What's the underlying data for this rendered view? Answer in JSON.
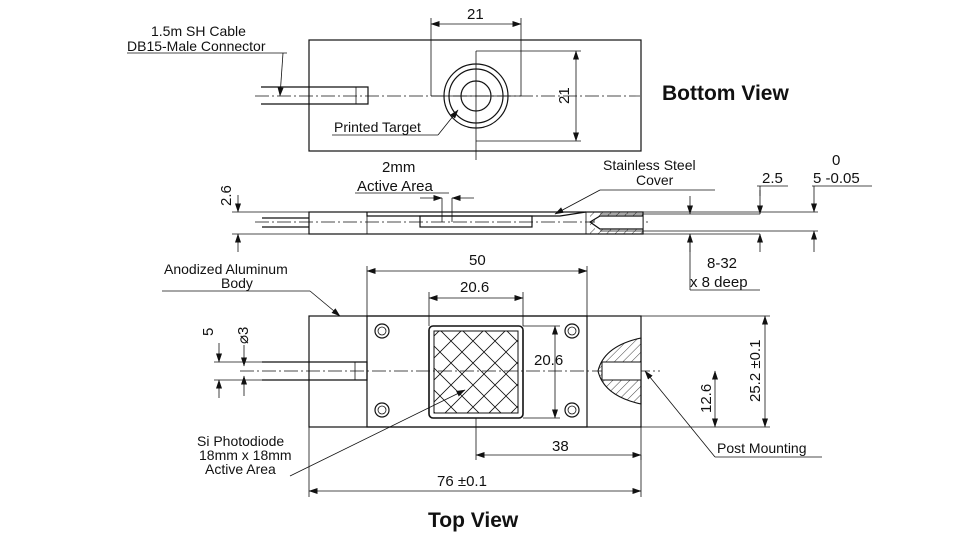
{
  "views": {
    "bottom_title": "Bottom View",
    "top_title": "Top View"
  },
  "callouts": {
    "cable_line1": "1.5m SH Cable",
    "cable_line2": "DB15-Male Connector",
    "printed_target": "Printed Target",
    "active_area_line1": "2mm",
    "active_area_line2": "Active Area",
    "cover_line1": "Stainless Steel",
    "cover_line2": "Cover",
    "body_line1": "Anodized Aluminum",
    "body_line2": "Body",
    "photodiode_line1": "Si Photodiode",
    "photodiode_line2": "18mm x 18mm",
    "photodiode_line3": "Active Area",
    "post_mounting": "Post Mounting",
    "thread_line1": "8-32",
    "thread_line2": "x 8 deep"
  },
  "dimensions": {
    "target_width": "21",
    "target_height": "21",
    "side_height": "2.6",
    "side_2_5": "2.5",
    "tol_upper": "0",
    "tol_lower": "5 -0.05",
    "width_50": "50",
    "sensor_width": "20.6",
    "sensor_height": "20.6",
    "dia_5": "5",
    "dia_3": "⌀3",
    "dim_38": "38",
    "dim_12_6": "12.6",
    "body_height": "25.2 ±0.1",
    "overall_length": "76 ±0.1"
  }
}
